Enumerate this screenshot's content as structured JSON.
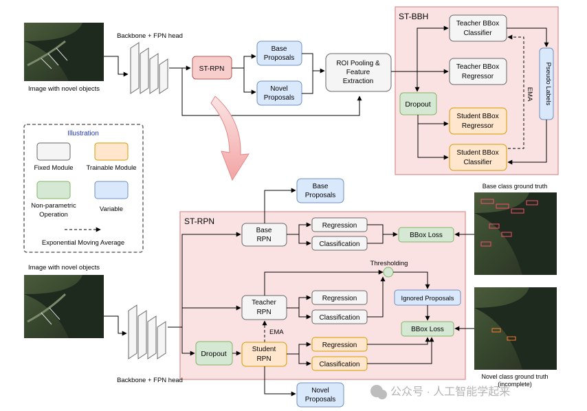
{
  "top": {
    "input_caption": "Image with novel objects",
    "backbone_label": "Backbone + FPN head",
    "st_rpn": "ST-RPN",
    "base_proposals": [
      "Base",
      "Proposals"
    ],
    "novel_proposals": [
      "Novel",
      "Proposals"
    ],
    "roi": [
      "ROI Pooling &",
      "Feature",
      "Extraction"
    ],
    "st_bbh_title": "ST-BBH",
    "teacher_classifier": [
      "Teacher BBox",
      "Classifier"
    ],
    "teacher_regressor": [
      "Teacher BBox",
      "Regressor"
    ],
    "dropout": "Dropout",
    "student_regressor": [
      "Student BBox",
      "Regressor"
    ],
    "student_classifier": [
      "Student BBox",
      "Classifier"
    ],
    "pseudo_labels": "Pseudo Labels",
    "ema": "EMA"
  },
  "legend": {
    "title": "Illustration",
    "fixed": "Fixed Module",
    "trainable": "Trainable Module",
    "nonparam": [
      "Non-parametric",
      "Operation"
    ],
    "variable": "Variable",
    "ema": "Exponential Moving Average"
  },
  "bottom": {
    "st_rpn_title": "ST-RPN",
    "base_proposals": [
      "Base",
      "Proposals"
    ],
    "base_rpn": [
      "Base",
      "RPN"
    ],
    "regression": "Regression",
    "classification": "Classification",
    "bbox_loss": "BBox Loss",
    "base_gt_caption": "Base class ground truth",
    "input_caption": "Image with novel objects",
    "thresholding": "Thresholding",
    "teacher_rpn": [
      "Teacher",
      "RPN"
    ],
    "ignored_proposals": "Ignored Proposals",
    "ema": "EMA",
    "dropout": "Dropout",
    "student_rpn": [
      "Student",
      "RPN"
    ],
    "backbone_label": "Backbone + FPN head",
    "novel_proposals": [
      "Novel",
      "Proposals"
    ],
    "novel_gt_caption": [
      "Novel class ground truth",
      "(incomplete)"
    ]
  },
  "watermark": "公众号 · 人工智能学起来",
  "colors": {
    "fixed_fill": "#f5f5f5",
    "fixed_stroke": "#666666",
    "trainable_fill": "#ffe6cc",
    "trainable_stroke": "#d79b00",
    "nonparam_fill": "#d5e8d4",
    "nonparam_stroke": "#82b366",
    "variable_fill": "#dae8fc",
    "variable_stroke": "#6c8ebf",
    "rpn_fill": "#f8cecc",
    "rpn_stroke": "#b85450",
    "region_fill": "#fbe2e2",
    "region_stroke": "#e0a0a0"
  }
}
